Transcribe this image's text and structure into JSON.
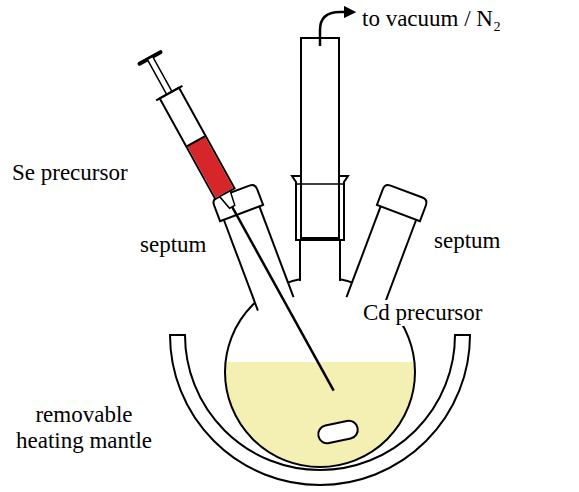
{
  "diagram": {
    "labels": [
      "to vacuum / N₂",
      "Se precursor",
      "septum",
      "septum",
      "Cd precursor",
      "removable heating mantle"
    ]
  }
}
